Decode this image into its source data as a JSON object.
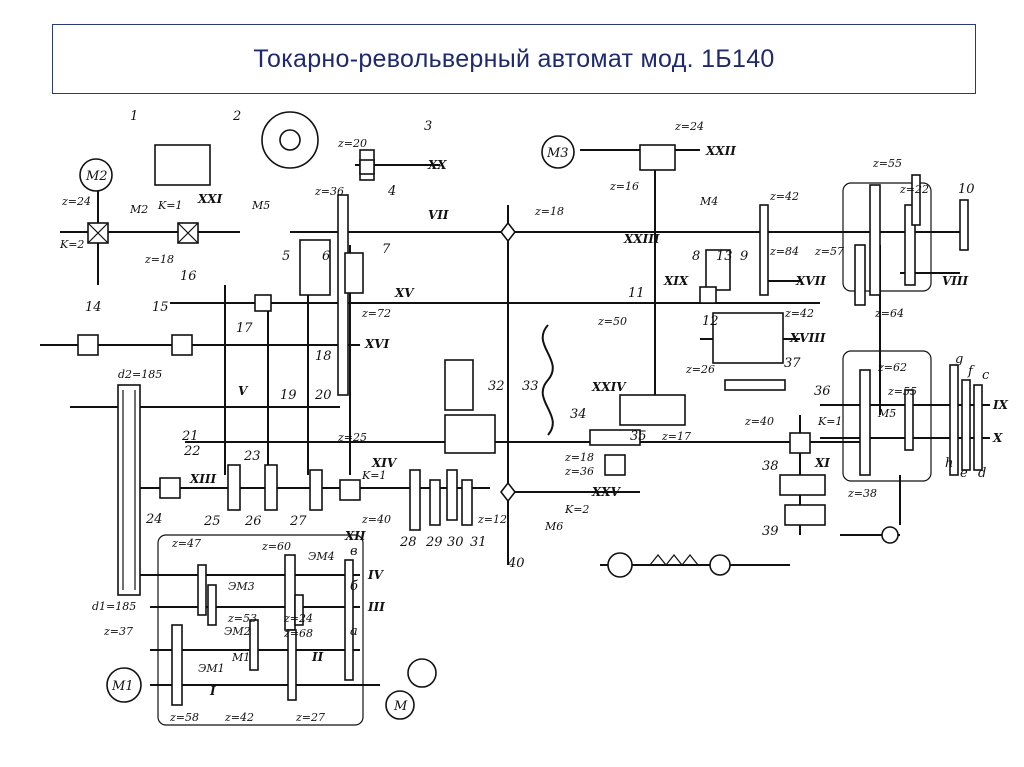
{
  "title": "Токарно-револьверный автомат мод. 1Б140",
  "motors": [
    "M2",
    "M3",
    "M1",
    "M"
  ],
  "clutches": [
    "M2",
    "M5",
    "M4",
    "M5",
    "M6",
    "M1"
  ],
  "shafts": [
    "VII",
    "XV",
    "XVI",
    "V",
    "XIII",
    "XIV",
    "XII",
    "XXV",
    "IV",
    "III",
    "II",
    "I",
    "XVII",
    "VIII",
    "XVIII",
    "IX",
    "X",
    "XI",
    "XX",
    "XXI",
    "XXII",
    "XXIII",
    "XIX",
    "XXIV"
  ],
  "gear_labels": [
    "z=24",
    "K=1",
    "K=2",
    "z=18",
    "z=20",
    "z=36",
    "z=18",
    "z=24",
    "z=16",
    "z=42",
    "z=84",
    "z=57",
    "z=55",
    "z=22",
    "z=64",
    "z=72",
    "z=50",
    "z=42",
    "z=26",
    "z=40",
    "K=1",
    "z=62",
    "z=55",
    "z=38",
    "z=25",
    "K=1",
    "z=40",
    "z=12",
    "z=18",
    "z=36",
    "K=2",
    "z=17",
    "z=47",
    "z=60",
    "z=53",
    "z=24",
    "z=68",
    "z=37",
    "z=58",
    "z=42",
    "z=27",
    "d2=185",
    "d1=185"
  ],
  "element_numbers": [
    "1",
    "2",
    "3",
    "4",
    "5",
    "6",
    "7",
    "8",
    "9",
    "10",
    "11",
    "12",
    "13",
    "14",
    "15",
    "16",
    "17",
    "18",
    "19",
    "20",
    "21",
    "22",
    "23",
    "24",
    "25",
    "26",
    "27",
    "28",
    "29",
    "30",
    "31",
    "32",
    "33",
    "34",
    "35",
    "36",
    "37",
    "38",
    "39",
    "40"
  ],
  "electromagnets": [
    "ЭМ1",
    "ЭМ2",
    "ЭМ3",
    "ЭМ4"
  ],
  "letters": [
    "a",
    "б",
    "в",
    "g",
    "f",
    "c",
    "h",
    "e",
    "d"
  ]
}
